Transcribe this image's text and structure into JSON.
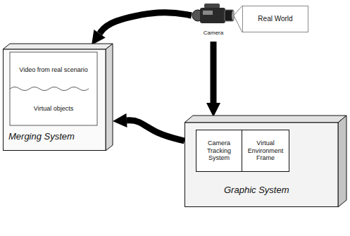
{
  "diagram": {
    "nodes": [
      {
        "text": [
          "Camera"
        ]
      },
      {
        "text": [
          "Real World"
        ]
      },
      {
        "text": [
          "Merging System"
        ]
      },
      {
        "text": [
          "Video from real scenario"
        ],
        "in": 2
      },
      {
        "text": [
          "Virtual objects"
        ],
        "in": 2
      },
      {
        "text": [
          "Graphic System"
        ]
      },
      {
        "text": [
          "Camera Tracking System"
        ],
        "in": 5
      },
      {
        "text": [
          "Virtual Environment Frame"
        ],
        "in": 5
      }
    ],
    "edges": [
      {
        "from": 0,
        "to": 2,
        "arrow": "to"
      },
      {
        "from": 0,
        "to": 5,
        "arrow": "to"
      },
      {
        "from": 5,
        "to": 2,
        "arrow": "to"
      },
      {
        "from": 0,
        "to": 1,
        "arrow": "none"
      }
    ]
  }
}
